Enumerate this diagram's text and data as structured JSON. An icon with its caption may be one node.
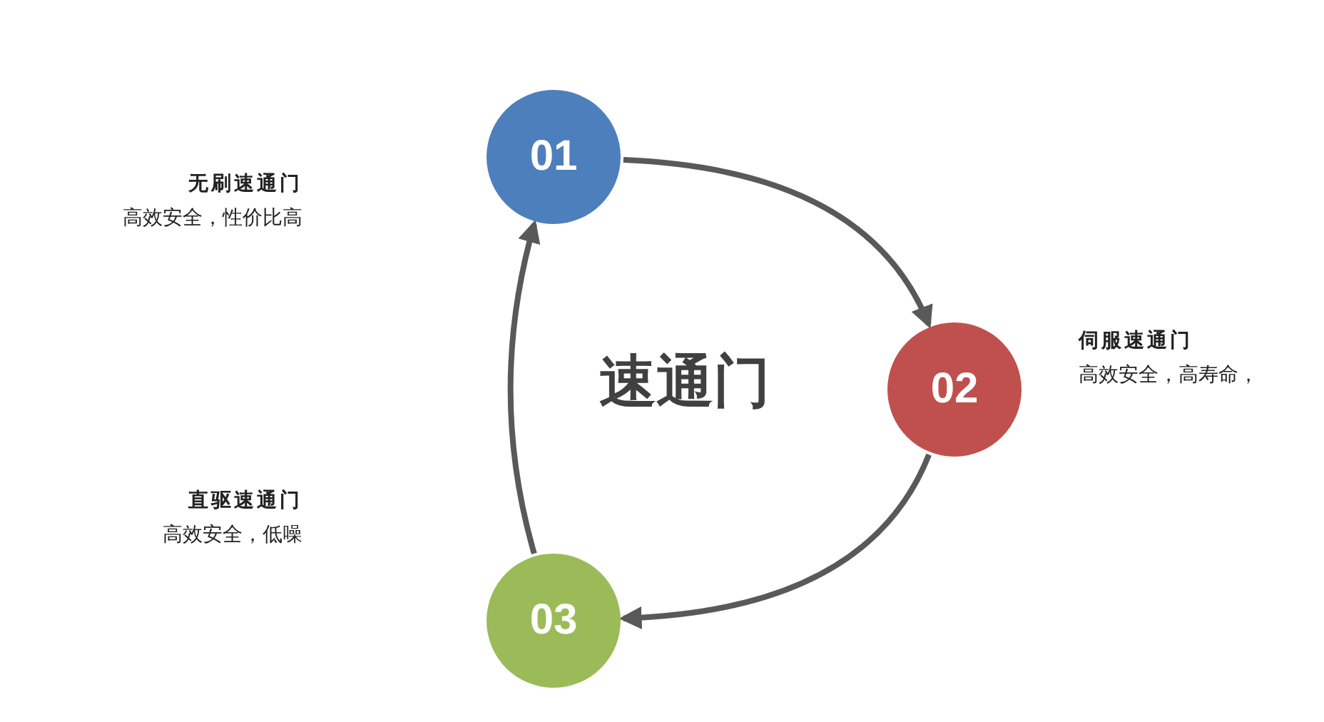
{
  "diagram": {
    "title": "速通门",
    "nodes": [
      {
        "text": [
          "01"
        ],
        "beside": [
          "无刷速通门",
          "高效安全，性价比高"
        ]
      },
      {
        "text": [
          "02"
        ],
        "beside": [
          "伺服速通门",
          "高效安全，高寿命，"
        ]
      },
      {
        "text": [
          "03"
        ],
        "beside": [
          "直驱速通门",
          "高效安全，低噪"
        ]
      }
    ],
    "edges": [
      {
        "from": 0,
        "to": 1,
        "arrow": "to"
      },
      {
        "from": 1,
        "to": 2,
        "arrow": "to"
      },
      {
        "from": 2,
        "to": 0,
        "arrow": "to"
      }
    ]
  }
}
